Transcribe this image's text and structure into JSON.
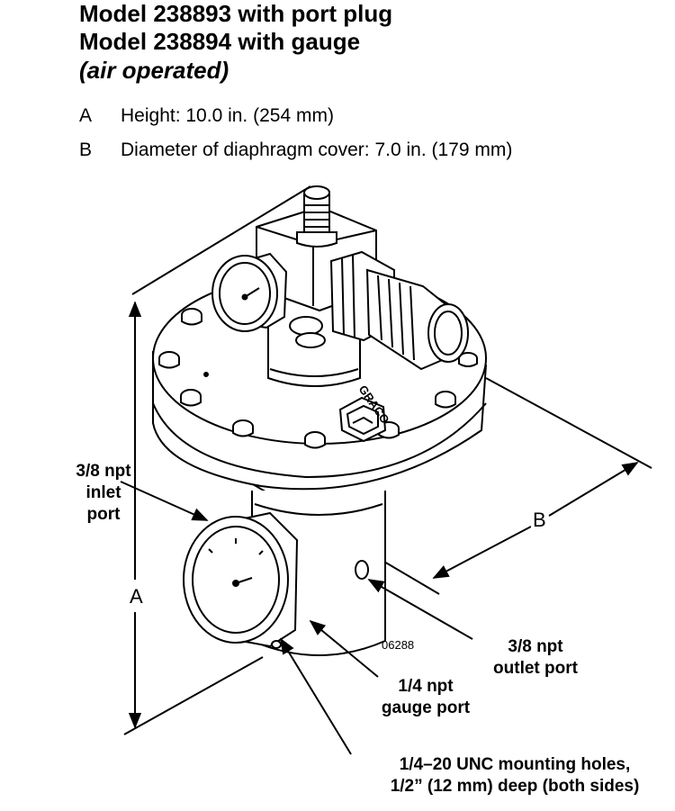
{
  "title": {
    "line1": "Model 238893 with port plug",
    "line2": "Model 238894 with gauge",
    "line3": "(air operated)"
  },
  "dimensions": [
    {
      "key": "A",
      "text": "Height:  10.0 in. (254 mm)"
    },
    {
      "key": "B",
      "text": "Diameter of diaphragm cover:  7.0 in. (179 mm)"
    }
  ],
  "diagram": {
    "dim_a_label": "A",
    "dim_b_label": "B",
    "figure_number": "06288",
    "brand_text": "GRACO",
    "callouts": {
      "inlet_line1": "3/8 npt",
      "inlet_line2": "inlet",
      "inlet_line3": "port",
      "outlet_line1": "3/8 npt",
      "outlet_line2": "outlet port",
      "gauge_line1": "1/4 npt",
      "gauge_line2": "gauge port",
      "mount_line1": "1/4–20 UNC mounting holes,",
      "mount_line2": "1/2” (12 mm) deep (both sides)"
    }
  }
}
